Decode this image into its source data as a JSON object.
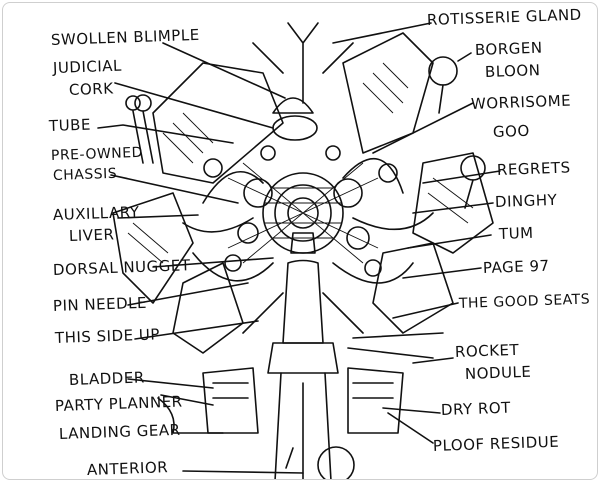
{
  "colors": {
    "ink": "#111111",
    "paper": "#ffffff",
    "frame": "#cfcfcf"
  },
  "labels": {
    "swollen_blimple": "SWOLLEN BLIMPLE",
    "judicial_cork_1": "JUDICIAL",
    "judicial_cork_2": "CORK",
    "tube": "TUBE",
    "pre_owned_1": "PRE-OWNED",
    "pre_owned_2": "CHASSIS",
    "auxillary_1": "AUXILLARY",
    "auxillary_2": "LIVER",
    "dorsal_nugget": "DORSAL NUGGET",
    "pin_needle": "PIN NEEDLE",
    "this_side_up": "THIS SIDE UP",
    "bladder": "BLADDER",
    "party_planner": "PARTY PLANNER",
    "landing_gear": "LANDING GEAR",
    "anterior": "ANTERIOR",
    "rotisserie_gland": "ROTISSERIE GLAND",
    "borgen_bloon_1": "BORGEN",
    "borgen_bloon_2": "BLOON",
    "worrisome_goo_1": "WORRISOME",
    "worrisome_goo_2": "GOO",
    "regrets": "REGRETS",
    "dinghy": "DINGHY",
    "tum": "TUM",
    "page_97": "PAGE 97",
    "the_good_seats": "THE GOOD SEATS",
    "rocket_nodule_1": "ROCKET",
    "rocket_nodule_2": "NODULE",
    "dry_rot": "DRY ROT",
    "ploof_residue": "PLOOF RESIDUE"
  }
}
